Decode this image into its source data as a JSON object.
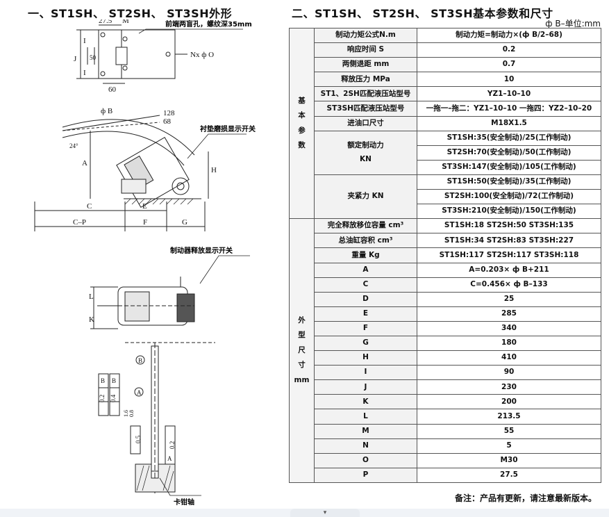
{
  "left_title": "一、ST1SH、 ST2SH、 ST3SH外形",
  "right_title": "二、ST1SH、 ST2SH、 ST3SH基本参数和尺寸",
  "unit_note": "ф B–单位:mm",
  "footnote": "备注：产品有更新，请注意最新版本。",
  "drawing": {
    "callout_holes": "前端两盲孔，螺纹深35mm",
    "callout_pad": "衬垫磨损显示开关",
    "callout_release": "制动器释放显示开关",
    "callout_shaft": "卡钳轴",
    "dim_27_5": "27.5",
    "dim_M": "M",
    "dim_Nxphi_O": "Nx ф O",
    "dim_J": "J",
    "dim_I_top": "I",
    "dim_50": "50",
    "dim_I_bot": "I",
    "dim_60": "60",
    "dim_phiB": "ф B",
    "dim_128": "128",
    "dim_68": "68",
    "dim_24": "24°",
    "dim_A": "A",
    "dim_H": "H",
    "dim_C": "C",
    "dim_E": "E",
    "dim_CP": "C–P",
    "dim_F": "F",
    "dim_G": "G",
    "dim_L": "L",
    "dim_K": "K",
    "dim_B_circle": "B",
    "dim_A_circle": "A",
    "tol_perp": "0.2",
    "tol_perp_ref": "B",
    "tol_par": "0.4",
    "tol_par_ref": "B",
    "rough_1": "1.6",
    "rough_2": "0.8",
    "tol_flat": "0.5",
    "tol_par2": "0.2",
    "tol_par2_ref": "A"
  },
  "table": {
    "group_basic": [
      "基",
      "本",
      "参",
      "数"
    ],
    "group_dim": [
      "外",
      "型",
      "尺",
      "寸",
      "mm"
    ],
    "rows_basic": [
      {
        "label": "制动力矩公式N.m",
        "value": "制动力矩=制动力×(ф B/2–68)"
      },
      {
        "label": "响应时间 S",
        "value": "0.2"
      },
      {
        "label": "两侧退距 mm",
        "value": "0.7"
      },
      {
        "label": "释放压力 MPa",
        "value": "10"
      },
      {
        "label": "ST1、2SH匹配液压站型号",
        "value": "YZ1–10–10"
      },
      {
        "label": "ST3SH匹配液压站型号",
        "value": "一拖一–拖二：YZ1–10–10 一拖四：YZ2–10–20"
      },
      {
        "label": "进油口尺寸",
        "value": "M18X1.5"
      }
    ],
    "rated_force": {
      "label_1": "额定制动力",
      "label_2": "KN",
      "values": [
        "ST1SH:35(安全制动)/25(工作制动)",
        "ST2SH:70(安全制动)/50(工作制动)",
        "ST3SH:147(安全制动)/105(工作制动)"
      ]
    },
    "clamp_force": {
      "label": "夹紧力 KN",
      "values": [
        "ST1SH:50(安全制动)/35(工作制动)",
        "ST2SH:100(安全制动)/72(工作制动)",
        "ST3SH:210(安全制动)/150(工作制动)"
      ]
    },
    "rows_dim": [
      {
        "label": "完全释放移位容量 cm³",
        "value": "ST1SH:18  ST2SH:50  ST3SH:135"
      },
      {
        "label": "总油缸容积 cm³",
        "value": "ST1SH:34  ST2SH:83  ST3SH:227"
      },
      {
        "label": "重量 Kg",
        "value": "ST1SH:117  ST2SH:117  ST3SH:118"
      },
      {
        "label": "A",
        "value": "A=0.203× ф B+211"
      },
      {
        "label": "C",
        "value": "C=0.456× ф B–133"
      },
      {
        "label": "D",
        "value": "25"
      },
      {
        "label": "E",
        "value": "285"
      },
      {
        "label": "F",
        "value": "340"
      },
      {
        "label": "G",
        "value": "180"
      },
      {
        "label": "H",
        "value": "410"
      },
      {
        "label": "I",
        "value": "90"
      },
      {
        "label": "J",
        "value": "230"
      },
      {
        "label": "K",
        "value": "200"
      },
      {
        "label": "L",
        "value": "213.5"
      },
      {
        "label": "M",
        "value": "55"
      },
      {
        "label": "N",
        "value": "5"
      },
      {
        "label": "O",
        "value": "M30"
      },
      {
        "label": "P",
        "value": "27.5"
      }
    ]
  }
}
